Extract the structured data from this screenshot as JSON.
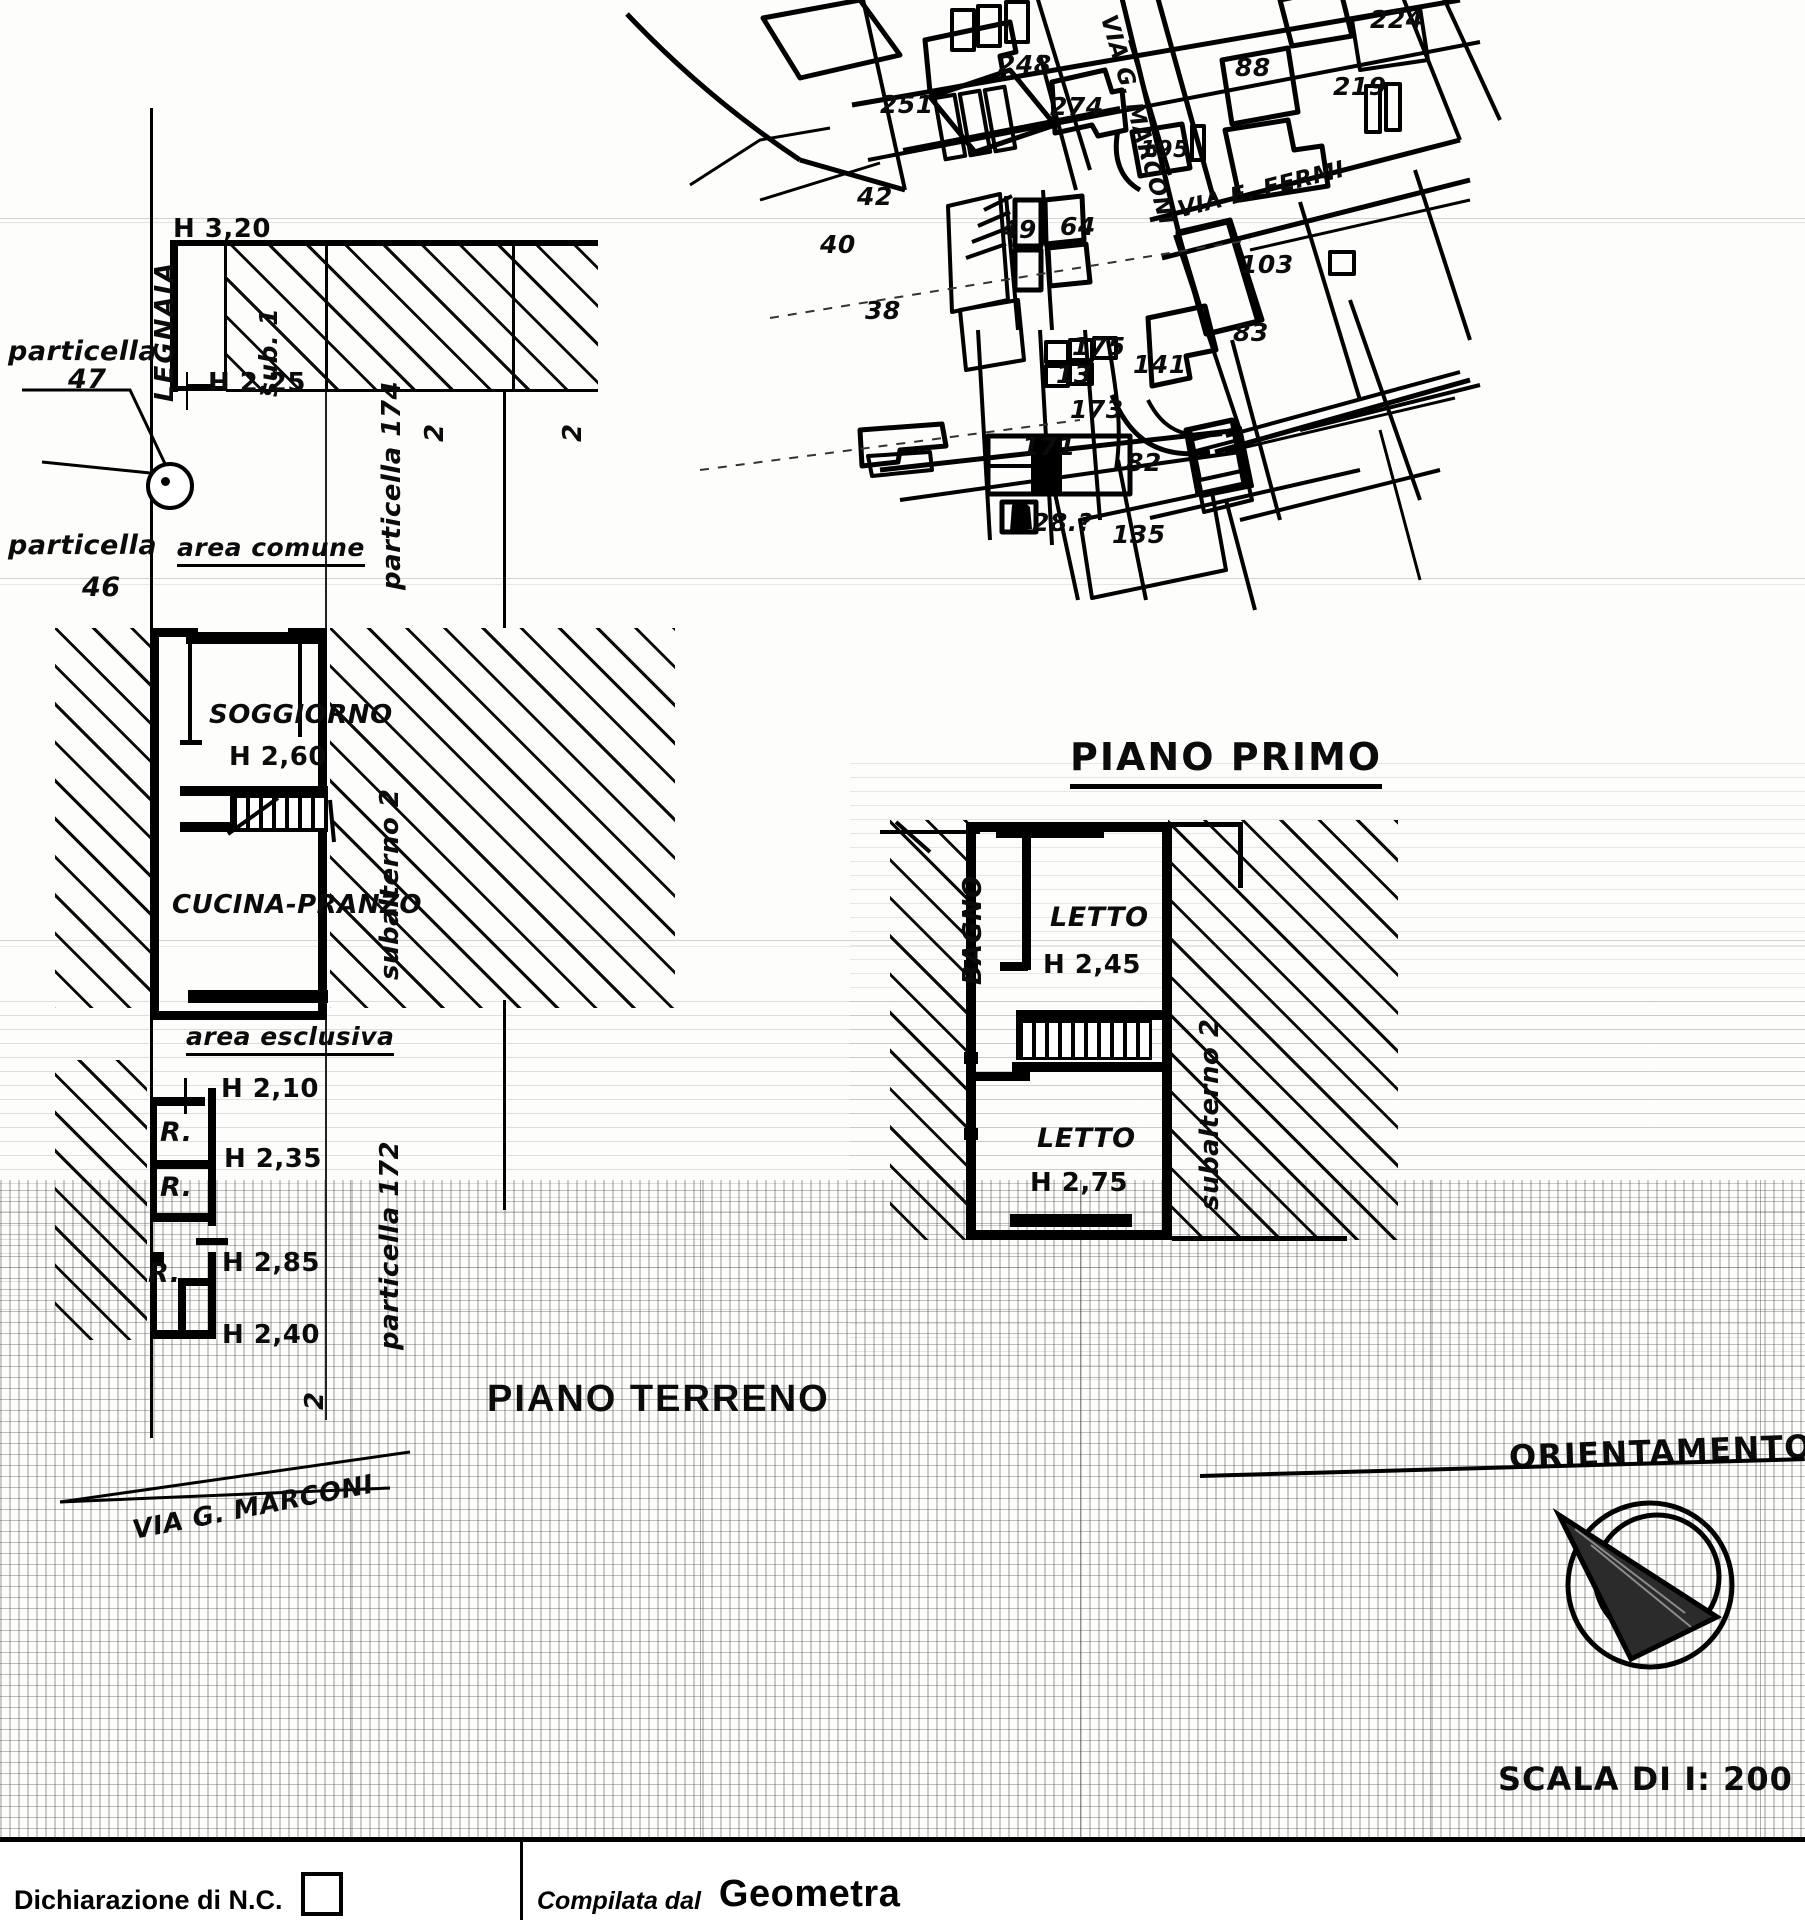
{
  "document": {
    "type": "planimetria catastale",
    "scale_label": "SCALA DI I: 200",
    "orientation_label": "ORIENTAMENTO"
  },
  "plans": {
    "ground_floor": {
      "title": "PIANO TERRENO",
      "subaltern_label": "subalterno  2",
      "areas": [
        {
          "key": "area_comune",
          "label": "area comune"
        },
        {
          "key": "area_esclusiva",
          "label": "area esclusiva"
        }
      ],
      "parcels": [
        {
          "key": "p47",
          "label": "particella",
          "number": "47"
        },
        {
          "key": "p46",
          "label": "particella",
          "number": "46"
        },
        {
          "key": "p174",
          "label": "particella  174"
        },
        {
          "key": "p172",
          "label": "particella  172"
        }
      ],
      "rooms": [
        {
          "name": "LEGNAIA",
          "height": ""
        },
        {
          "name": "sub. 1",
          "height": ""
        },
        {
          "name": "SOGGIORNO",
          "height": "H 2,60"
        },
        {
          "name": "CUCINA-PRANZO",
          "height": ""
        },
        {
          "name": "R.",
          "height": ""
        },
        {
          "name": "R.",
          "height": ""
        },
        {
          "name": "R.",
          "height": ""
        }
      ],
      "heights": [
        {
          "value": "H 3,20"
        },
        {
          "value": "H 2,25"
        },
        {
          "value": "H 2,60"
        },
        {
          "value": "H 2,10"
        },
        {
          "value": "H 2,35"
        },
        {
          "value": "H 2,85"
        },
        {
          "value": "H 2,40"
        }
      ],
      "street": "VIA  G.  MARCONI",
      "sub_marks": [
        "2",
        "2",
        "2"
      ]
    },
    "first_floor": {
      "title": "PIANO PRIMO",
      "subaltern_label": "subalterno  2",
      "rooms": [
        {
          "name": "BAGNO",
          "height": ""
        },
        {
          "name": "LETTO",
          "height": "H 2,45"
        },
        {
          "name": "LETTO",
          "height": "H 2,75"
        }
      ]
    }
  },
  "cadastral_map": {
    "streets": [
      "VIA G. MARCONI",
      "VIA E. FERMI"
    ],
    "parcel_numbers": [
      "251",
      "248",
      "274",
      "224",
      "88",
      "219",
      "195",
      "42",
      "40",
      "49",
      "64",
      "103",
      "83",
      "38",
      "175",
      "13",
      "141",
      "173",
      "171",
      "82",
      "28.?",
      "135"
    ]
  },
  "footer": {
    "declaration_label": "Dichiarazione di N.C.",
    "checkbox_checked": false,
    "compiled_by_label": "Compilata dal",
    "role_label": "Geometra"
  }
}
